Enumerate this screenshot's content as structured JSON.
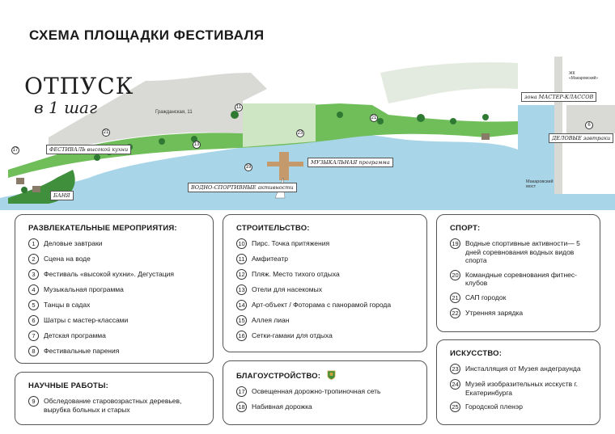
{
  "title": "СХЕМА ПЛОЩАДКИ ФЕСТИВАЛЯ",
  "logo": {
    "line1": "ОТПУСК",
    "line2": "в 1 шаг"
  },
  "map": {
    "labels": {
      "grazhdanskaya": "Гражданская, 11",
      "zhk": "ЖК\n«Макаровский»",
      "makarovsky_bridge": "Макаровский\nмост"
    },
    "tags": {
      "festival_kitchen": "ФЕСТИВАЛЬ высокой кухни",
      "banya": "БАНЯ",
      "water_sport": "ВОДНО-СПОРТИВНЫЕ активности",
      "music": "МУЗЫКАЛЬНАЯ программа",
      "master_classes": "зона МАСТЕР-КЛАССОВ",
      "breakfasts": "ДЕЛОВЫЕ завтраки"
    },
    "colors": {
      "water": "#a9d5e8",
      "green": "#6fbe5a",
      "dark_green": "#3f8f3c",
      "path": "#d9dad6",
      "light_green": "#cfe6c4"
    }
  },
  "sections": {
    "entertainment": {
      "title": "РАЗВЛЕКАТЕЛЬНЫЕ МЕРОПРИЯТИЯ:",
      "items": [
        {
          "n": "1",
          "text": "Деловые завтраки"
        },
        {
          "n": "2",
          "text": "Сцена на воде"
        },
        {
          "n": "3",
          "text": "Фестиваль «высокой кухни». Дегустация"
        },
        {
          "n": "4",
          "text": "Музыкальная программа"
        },
        {
          "n": "5",
          "text": "Танцы в садах"
        },
        {
          "n": "6",
          "text": "Шатры с мастер-классами"
        },
        {
          "n": "7",
          "text": "Детская программа"
        },
        {
          "n": "8",
          "text": "Фестивальные парения"
        }
      ]
    },
    "science": {
      "title": "НАУЧНЫЕ РАБОТЫ:",
      "items": [
        {
          "n": "9",
          "text": "Обследование старовозрастных деревьев, вырубка больных и старых"
        }
      ]
    },
    "construction": {
      "title": "СТРОИТЕЛЬСТВО:",
      "items": [
        {
          "n": "10",
          "text": "Пирс. Точка притяжения"
        },
        {
          "n": "11",
          "text": "Амфитеатр"
        },
        {
          "n": "12",
          "text": "Пляж. Место тихого отдыха"
        },
        {
          "n": "13",
          "text": "Отели для насекомых"
        },
        {
          "n": "14",
          "text": "Арт-объект / Фоторама с панорамой города"
        },
        {
          "n": "15",
          "text": "Аллея лиан"
        },
        {
          "n": "16",
          "text": "Сетки-гамаки для отдыха"
        }
      ]
    },
    "landscaping": {
      "title": "БЛАГОУСТРОЙСТВО:",
      "items": [
        {
          "n": "17",
          "text": "Освещенная дорожно-тропиночная сеть"
        },
        {
          "n": "18",
          "text": "Набивная дорожка"
        }
      ]
    },
    "sport": {
      "title": "СПОРТ:",
      "items": [
        {
          "n": "19",
          "text": "Водные спортивные активности— 5 дней соревнования водных видов спорта"
        },
        {
          "n": "20",
          "text": "Командные соревнования фитнес-клубов"
        },
        {
          "n": "21",
          "text": "САП городок"
        },
        {
          "n": "22",
          "text": "Утренняя зарядка"
        }
      ]
    },
    "art": {
      "title": "ИСКУССТВО:",
      "items": [
        {
          "n": "23",
          "text": "Инсталляция от Музея андеграунда"
        },
        {
          "n": "24",
          "text": "Музей изобразительных исскуств г. Екатеринбурга"
        },
        {
          "n": "25",
          "text": "Городской пленэр"
        }
      ]
    }
  }
}
